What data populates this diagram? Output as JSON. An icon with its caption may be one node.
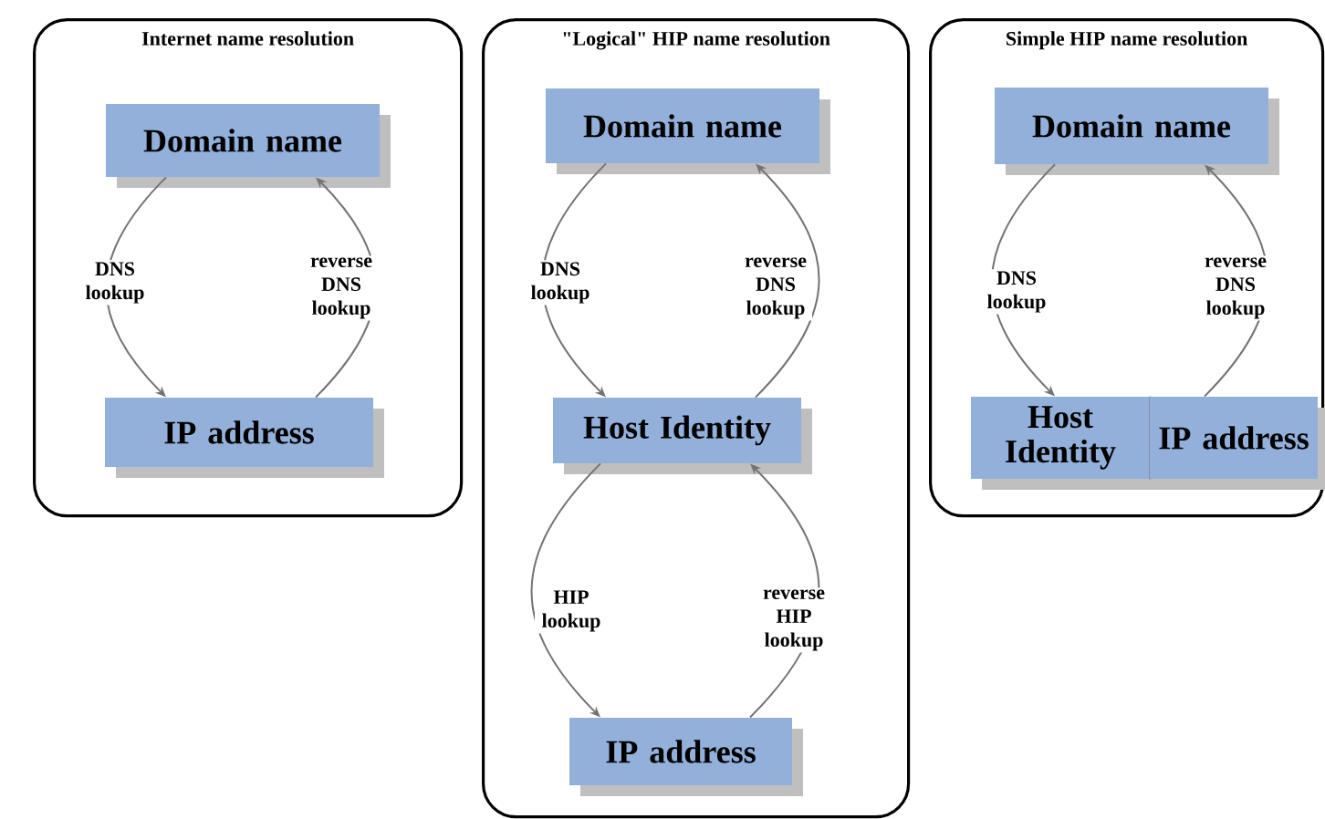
{
  "diagram": {
    "nodes": [
      {
        "text": [
          "Internet name resolution"
        ]
      },
      {
        "text": [
          "Domain name"
        ],
        "in": 0
      },
      {
        "text": [
          "IP address"
        ],
        "in": 0
      },
      {
        "text": [
          "\"Logical\" HIP name resolution"
        ]
      },
      {
        "text": [
          "Domain name"
        ],
        "in": 3
      },
      {
        "text": [
          "Host Identity"
        ],
        "in": 3
      },
      {
        "text": [
          "IP address"
        ],
        "in": 3
      },
      {
        "text": [
          "Simple HIP name resolution"
        ]
      },
      {
        "text": [
          "Domain name"
        ],
        "in": 7
      },
      {
        "text": [
          "Host Identity"
        ],
        "in": 7
      },
      {
        "text": [
          "IP address"
        ],
        "in": 7
      }
    ],
    "edges": [
      {
        "from": 1,
        "to": 2,
        "arrow": "to",
        "label": "DNS lookup"
      },
      {
        "from": 2,
        "to": 1,
        "arrow": "to",
        "label": "reverse DNS lookup"
      },
      {
        "from": 4,
        "to": 5,
        "arrow": "to",
        "label": "DNS lookup"
      },
      {
        "from": 5,
        "to": 4,
        "arrow": "to",
        "label": "reverse DNS lookup"
      },
      {
        "from": 5,
        "to": 6,
        "arrow": "to",
        "label": "HIP lookup"
      },
      {
        "from": 6,
        "to": 5,
        "arrow": "to",
        "label": "reverse HIP lookup"
      },
      {
        "from": 8,
        "to": 9,
        "arrow": "to",
        "label": "DNS lookup"
      },
      {
        "from": 10,
        "to": 8,
        "arrow": "to",
        "label": "reverse DNS lookup"
      }
    ]
  }
}
